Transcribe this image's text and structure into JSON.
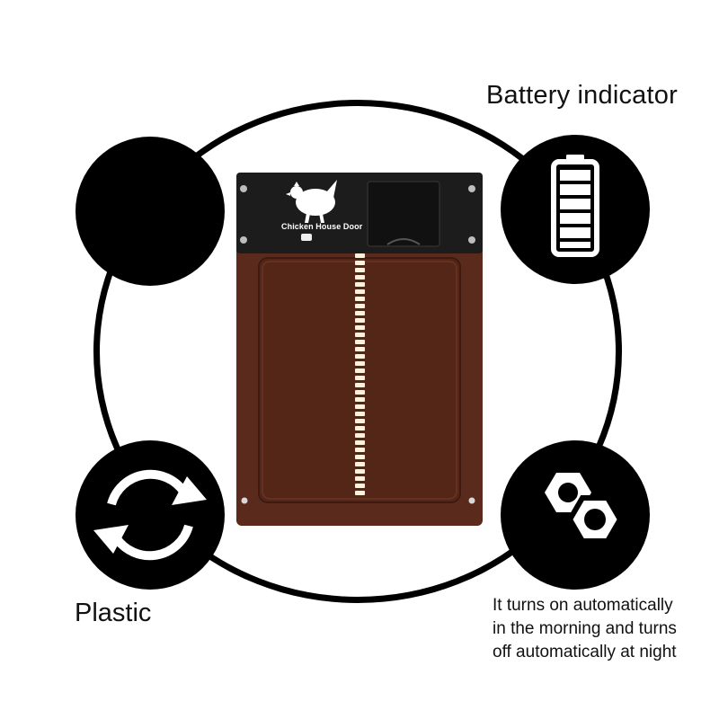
{
  "door": {
    "brand_text": "Chicken House Door"
  },
  "features": {
    "battery_label": "Battery indicator",
    "material_label": "Plastic",
    "auto_lines": [
      "It turns on automatically",
      "in the morning and turns",
      "off automatically at night"
    ]
  },
  "icons": {
    "top_left": "blank-circle",
    "top_right": "battery-icon",
    "bottom_left": "refresh-icon",
    "bottom_right": "hex-nuts-icon"
  },
  "colors": {
    "ring": "#000000",
    "door_panel": "#5a2a1c",
    "door_header": "#1c1c1c",
    "led": "#fff1dc"
  }
}
